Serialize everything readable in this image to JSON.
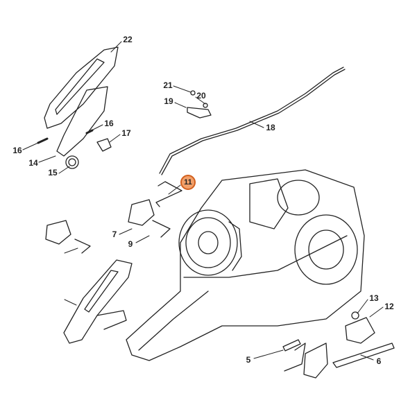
{
  "highlight_color": "#f2a06a",
  "highlight_border": "#d2601e",
  "callouts": [
    {
      "id": "22",
      "label": "22"
    },
    {
      "id": "21",
      "label": "21"
    },
    {
      "id": "20",
      "label": "20"
    },
    {
      "id": "19",
      "label": "19"
    },
    {
      "id": "18",
      "label": "18"
    },
    {
      "id": "16a",
      "label": "16"
    },
    {
      "id": "17",
      "label": "17"
    },
    {
      "id": "16b",
      "label": "16"
    },
    {
      "id": "14",
      "label": "14"
    },
    {
      "id": "15",
      "label": "15"
    },
    {
      "id": "11",
      "label": "11",
      "highlighted": true
    },
    {
      "id": "7",
      "label": "7"
    },
    {
      "id": "9",
      "label": "9"
    },
    {
      "id": "13",
      "label": "13"
    },
    {
      "id": "12",
      "label": "12"
    },
    {
      "id": "5",
      "label": "5"
    },
    {
      "id": "6",
      "label": "6"
    }
  ]
}
